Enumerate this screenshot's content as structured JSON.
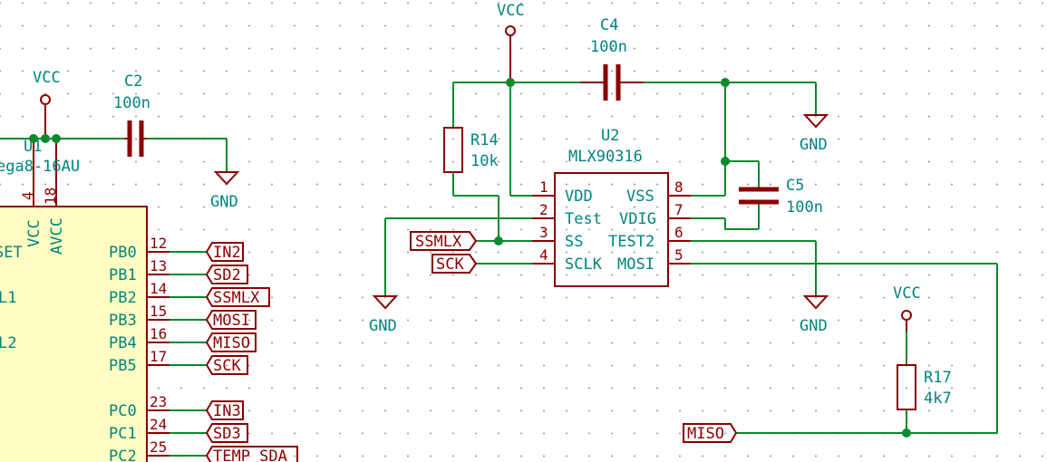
{
  "power": {
    "vcc_top": "VCC",
    "vcc_left": "VCC",
    "vcc_right": "VCC",
    "gnd_c2": "GND",
    "gnd_c4": "GND",
    "gnd_test": "GND",
    "gnd_test2": "GND"
  },
  "components": {
    "c2": {
      "ref": "C2",
      "value": "100n"
    },
    "c4": {
      "ref": "C4",
      "value": "100n"
    },
    "c5": {
      "ref": "C5",
      "value": "100n"
    },
    "r14": {
      "ref": "R14",
      "value": "10k"
    },
    "r17": {
      "ref": "R17",
      "value": "4k7"
    },
    "u1": {
      "ref": "U1",
      "value": "ega8-16AU"
    },
    "u2": {
      "ref": "U2",
      "value": "MLX90316"
    }
  },
  "u2_pins": [
    {
      "num": "1",
      "name": "VDD"
    },
    {
      "num": "2",
      "name": "Test"
    },
    {
      "num": "3",
      "name": "SS"
    },
    {
      "num": "4",
      "name": "SCLK"
    },
    {
      "num": "8",
      "name": "VSS"
    },
    {
      "num": "7",
      "name": "VDIG"
    },
    {
      "num": "6",
      "name": "TEST2"
    },
    {
      "num": "5",
      "name": "MOSI"
    }
  ],
  "u1_top_pins": [
    {
      "num": "4",
      "name": "VCC"
    },
    {
      "num": "18",
      "name": "AVCC"
    }
  ],
  "u1_left_text": [
    "SET",
    "L1",
    "L2"
  ],
  "u1_right_pins": [
    {
      "num": "12",
      "name": "PB0",
      "label": "IN2"
    },
    {
      "num": "13",
      "name": "PB1",
      "label": "SD2"
    },
    {
      "num": "14",
      "name": "PB2",
      "label": "SSMLX"
    },
    {
      "num": "15",
      "name": "PB3",
      "label": "MOSI"
    },
    {
      "num": "16",
      "name": "PB4",
      "label": "MISO"
    },
    {
      "num": "17",
      "name": "PB5",
      "label": "SCK"
    },
    {
      "num": "23",
      "name": "PC0",
      "label": "IN3"
    },
    {
      "num": "24",
      "name": "PC1",
      "label": "SD3"
    },
    {
      "num": "25",
      "name": "PC2",
      "label": "TEMP_SDA"
    }
  ],
  "net_labels": {
    "ssmlx": "SSMLX",
    "sck": "SCK",
    "miso": "MISO"
  },
  "colors": {
    "wire": "#078b2b",
    "symbol": "#8b0000",
    "text": "#00847f",
    "ic_fill": "#fffdc2"
  }
}
